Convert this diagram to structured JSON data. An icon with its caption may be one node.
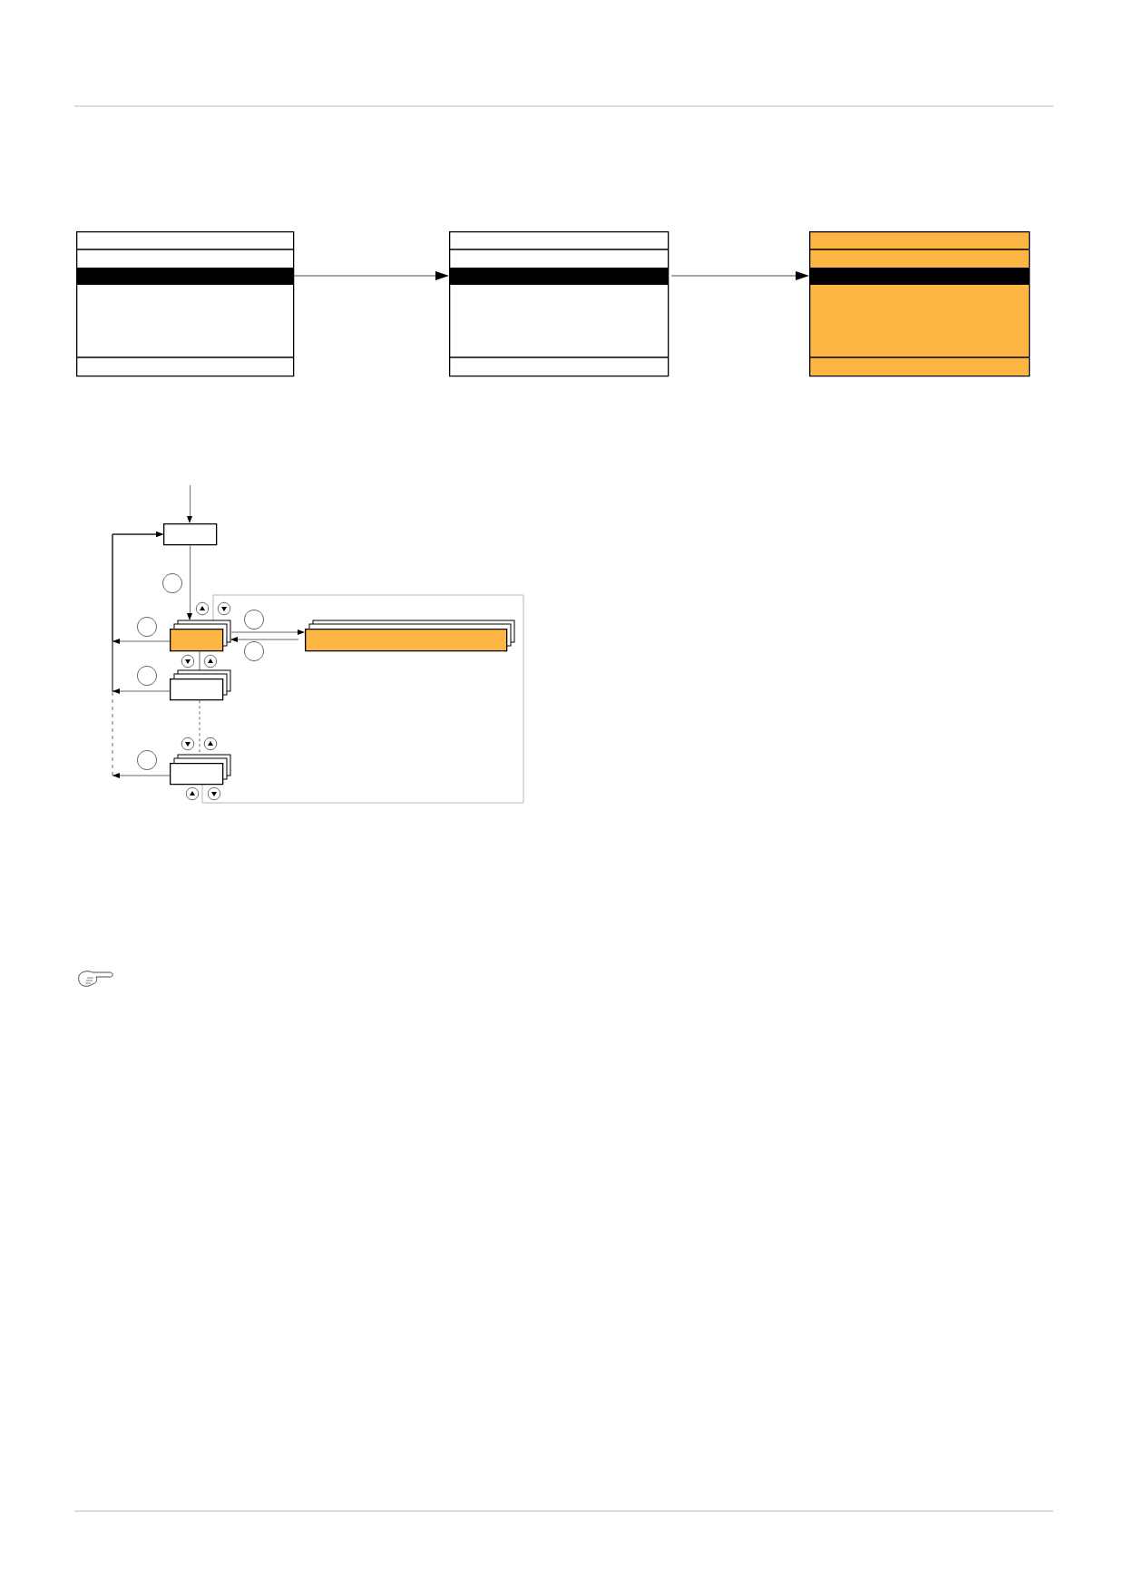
{
  "diagram": {
    "nodes": [
      {
        "text": [],
        "shape": "box"
      },
      {
        "text": [],
        "shape": "box"
      },
      {
        "text": [],
        "shape": "box"
      },
      {
        "text": [],
        "shape": "box"
      },
      {
        "text": [],
        "shape": "box"
      },
      {
        "text": [],
        "shape": "box"
      },
      {
        "text": [],
        "shape": "box"
      },
      {
        "text": [],
        "shape": "box"
      },
      {
        "text": [],
        "shape": "circle"
      },
      {
        "text": [],
        "shape": "circle"
      },
      {
        "text": [],
        "shape": "circle"
      },
      {
        "text": [],
        "shape": "circle"
      },
      {
        "text": [],
        "shape": "circle"
      },
      {
        "text": [],
        "shape": "circle"
      }
    ],
    "edges": [
      {
        "from": 0,
        "to": 1,
        "arrow": "to"
      },
      {
        "from": 1,
        "to": 2,
        "arrow": "to"
      },
      {
        "from": null,
        "to": 3,
        "arrow": "to"
      },
      {
        "from": 3,
        "to": 4,
        "arrow": "to"
      },
      {
        "from": 4,
        "to": 5,
        "arrow": "to"
      },
      {
        "from": 5,
        "to": 4,
        "arrow": "to"
      },
      {
        "from": 4,
        "to": 3,
        "arrow": "to"
      },
      {
        "from": 6,
        "to": 3,
        "arrow": "to"
      },
      {
        "from": 7,
        "to": 3,
        "arrow": "to",
        "style": "dashed"
      },
      {
        "from": 4,
        "to": 6,
        "arrow": "none"
      },
      {
        "from": 6,
        "to": 7,
        "arrow": "none",
        "style": "dashed"
      }
    ]
  }
}
